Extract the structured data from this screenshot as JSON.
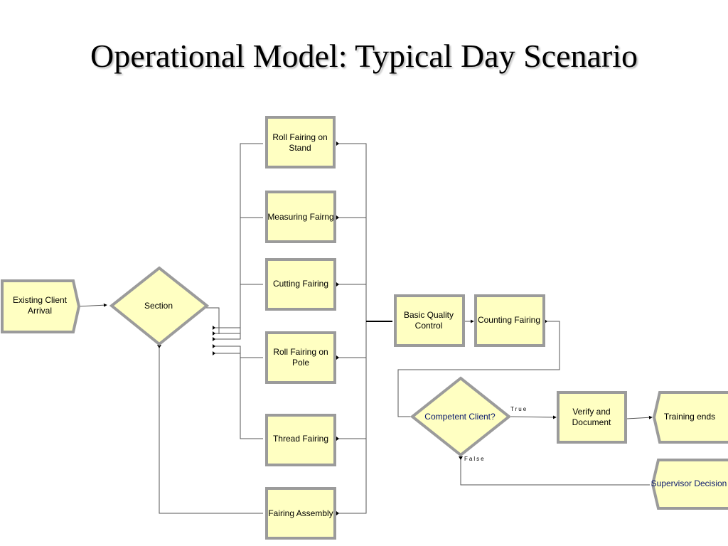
{
  "title": "Operational Model: Typical Day Scenario",
  "nodes": {
    "arrival": [
      "Existing Client",
      "Arrival"
    ],
    "section": [
      "Section"
    ],
    "roll_stand": [
      "Roll Fairing on",
      "Stand"
    ],
    "measuring": [
      "Measuring Fairng"
    ],
    "cutting": [
      "Cutting Fairing"
    ],
    "roll_pole": [
      "Roll Fairing on",
      "Pole"
    ],
    "thread": [
      "Thread Fairing"
    ],
    "assembly": [
      "Fairing Assembly"
    ],
    "quality": [
      "Basic Quality",
      "Control"
    ],
    "counting": [
      "Counting Fairing"
    ],
    "competent": [
      "Competent Client?"
    ],
    "verify": [
      "Verify and",
      "Document"
    ],
    "training": [
      "Training ends"
    ],
    "supervisor": [
      "Supervisor Decision"
    ]
  },
  "labels": {
    "true": "True",
    "false": "False"
  },
  "colors": {
    "fill": "#ffffc2",
    "border": "#9b9b9b",
    "line": "#555555",
    "title_text": "#0b1a6e"
  }
}
